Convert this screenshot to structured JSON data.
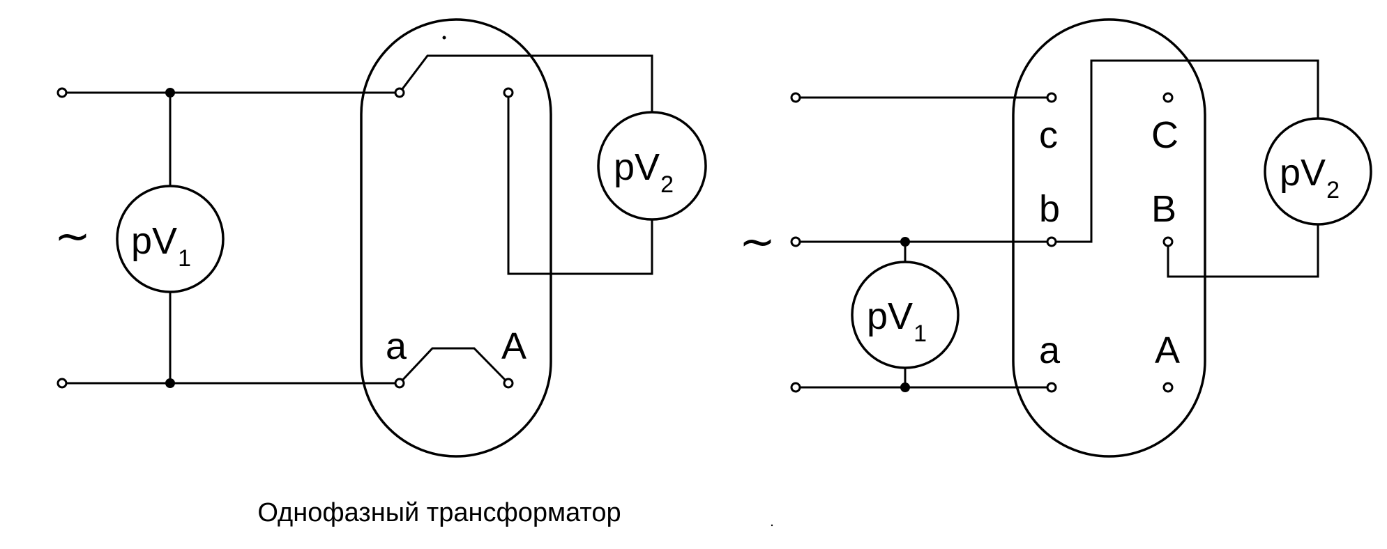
{
  "left": {
    "meter1": {
      "prefix": "pV",
      "sub": "1"
    },
    "meter2": {
      "prefix": "pV",
      "sub": "2"
    },
    "terminals": {
      "a": "a",
      "A": "A"
    },
    "source_symbol": "~"
  },
  "right": {
    "meter1": {
      "prefix": "pV",
      "sub": "1"
    },
    "meter2": {
      "prefix": "pV",
      "sub": "2"
    },
    "terminals": {
      "c": "c",
      "C": "C",
      "b": "b",
      "B": "B",
      "a": "a",
      "A": "A"
    },
    "source_symbol": "~"
  },
  "caption": "Однофазный трансформатор"
}
